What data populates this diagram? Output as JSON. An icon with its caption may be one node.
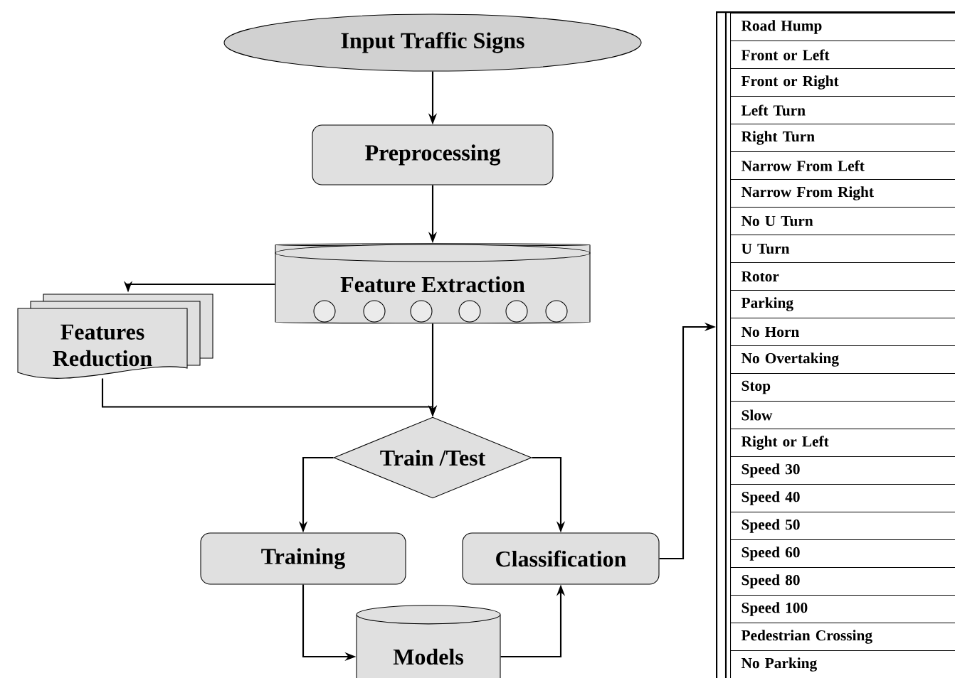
{
  "diagram": {
    "nodes": [
      {
        "text": [
          "Input Traffic Signs"
        ]
      },
      {
        "text": [
          "Preprocessing"
        ]
      },
      {
        "text": [
          "Feature Extraction"
        ]
      },
      {
        "text": [
          "Features Reduction"
        ]
      },
      {
        "text": [
          "Train /Test"
        ]
      },
      {
        "text": [
          "Training"
        ]
      },
      {
        "text": [
          "Classification"
        ]
      },
      {
        "text": [
          "Models"
        ]
      },
      {
        "text": [],
        "shape": "box"
      },
      {
        "text": [
          "Road Hump"
        ],
        "in": 8
      },
      {
        "text": [
          "Front or Left"
        ],
        "in": 8
      },
      {
        "text": [
          "Front or Right"
        ],
        "in": 8
      },
      {
        "text": [
          "Left Turn"
        ],
        "in": 8
      },
      {
        "text": [
          "Right Turn"
        ],
        "in": 8
      },
      {
        "text": [
          "Narrow From Left"
        ],
        "in": 8
      },
      {
        "text": [
          "Narrow From Right"
        ],
        "in": 8
      },
      {
        "text": [
          "No U Turn"
        ],
        "in": 8
      },
      {
        "text": [
          "U Turn"
        ],
        "in": 8
      },
      {
        "text": [
          "Rotor"
        ],
        "in": 8
      },
      {
        "text": [
          "Parking"
        ],
        "in": 8
      },
      {
        "text": [
          "No Horn"
        ],
        "in": 8
      },
      {
        "text": [
          "No Overtaking"
        ],
        "in": 8
      },
      {
        "text": [
          "Stop"
        ],
        "in": 8
      },
      {
        "text": [
          "Slow"
        ],
        "in": 8
      },
      {
        "text": [
          "Right or Left"
        ],
        "in": 8
      },
      {
        "text": [
          "Speed 30"
        ],
        "in": 8
      },
      {
        "text": [
          "Speed 40"
        ],
        "in": 8
      },
      {
        "text": [
          "Speed 50"
        ],
        "in": 8
      },
      {
        "text": [
          "Speed 60"
        ],
        "in": 8
      },
      {
        "text": [
          "Speed 80"
        ],
        "in": 8
      },
      {
        "text": [
          "Speed 100"
        ],
        "in": 8
      },
      {
        "text": [
          "Pedestrian Crossing"
        ],
        "in": 8
      },
      {
        "text": [
          "No Parking"
        ],
        "in": 8
      }
    ],
    "edges": [
      {
        "from": 0,
        "to": 1,
        "arrow": "to"
      },
      {
        "from": 1,
        "to": 2,
        "arrow": "to"
      },
      {
        "from": 2,
        "to": 3,
        "arrow": "to"
      },
      {
        "from": 2,
        "to": 4,
        "arrow": "to"
      },
      {
        "from": 3,
        "to": 4,
        "arrow": "to"
      },
      {
        "from": 4,
        "to": 5,
        "arrow": "to"
      },
      {
        "from": 4,
        "to": 6,
        "arrow": "to"
      },
      {
        "from": 5,
        "to": 7,
        "arrow": "to"
      },
      {
        "from": 7,
        "to": 6,
        "arrow": "to"
      },
      {
        "from": 6,
        "to": 8,
        "arrow": "to"
      }
    ]
  }
}
